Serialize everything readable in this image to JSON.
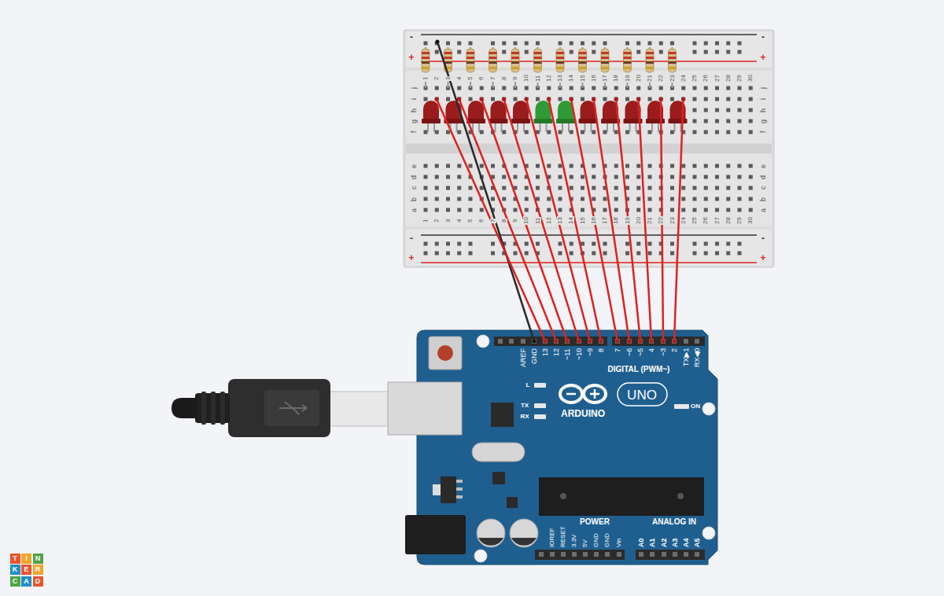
{
  "diagram": {
    "labels": [
      "1",
      "2",
      "3",
      "4",
      "5",
      "6",
      "7",
      "8",
      "9",
      "10",
      "11",
      "12",
      "13",
      "14",
      "15",
      "16",
      "17",
      "18",
      "19",
      "20",
      "21",
      "22",
      "23",
      "24",
      "25",
      "26",
      "27",
      "28",
      "29",
      "30",
      "1",
      "2",
      "3",
      "4",
      "5",
      "6",
      "7",
      "8",
      "9",
      "10",
      "11",
      "12",
      "13",
      "14",
      "15",
      "16",
      "17",
      "18",
      "19",
      "20",
      "21",
      "22",
      "23",
      "24",
      "25",
      "26",
      "27",
      "28",
      "29",
      "30",
      "j",
      "i",
      "h",
      "g",
      "f",
      "e",
      "d",
      "c",
      "b",
      "a",
      "j",
      "i",
      "h",
      "g",
      "f",
      "e",
      "d",
      "c",
      "b",
      "a",
      "-",
      "+",
      "-",
      "+",
      "-",
      "+",
      "-",
      "+",
      "AREF",
      "GND",
      "13",
      "12",
      "~11",
      "~10",
      "~9",
      "8",
      "7",
      "~6",
      "~5",
      "4",
      "~3",
      "2",
      "TX▶1",
      "RX◀0",
      "DIGITAL (PWM~)",
      "L",
      "TX",
      "RX",
      "ARDUINO",
      "UNO",
      "ON",
      "IOREF",
      "RESET",
      "3.3V",
      "5V",
      "GND",
      "GND",
      "Vin",
      "POWER",
      "ANALOG IN",
      "A0",
      "A1",
      "A2",
      "A3",
      "A4",
      "A5",
      "T",
      "I",
      "N",
      "K",
      "E",
      "R",
      "C",
      "A",
      "D"
    ]
  }
}
